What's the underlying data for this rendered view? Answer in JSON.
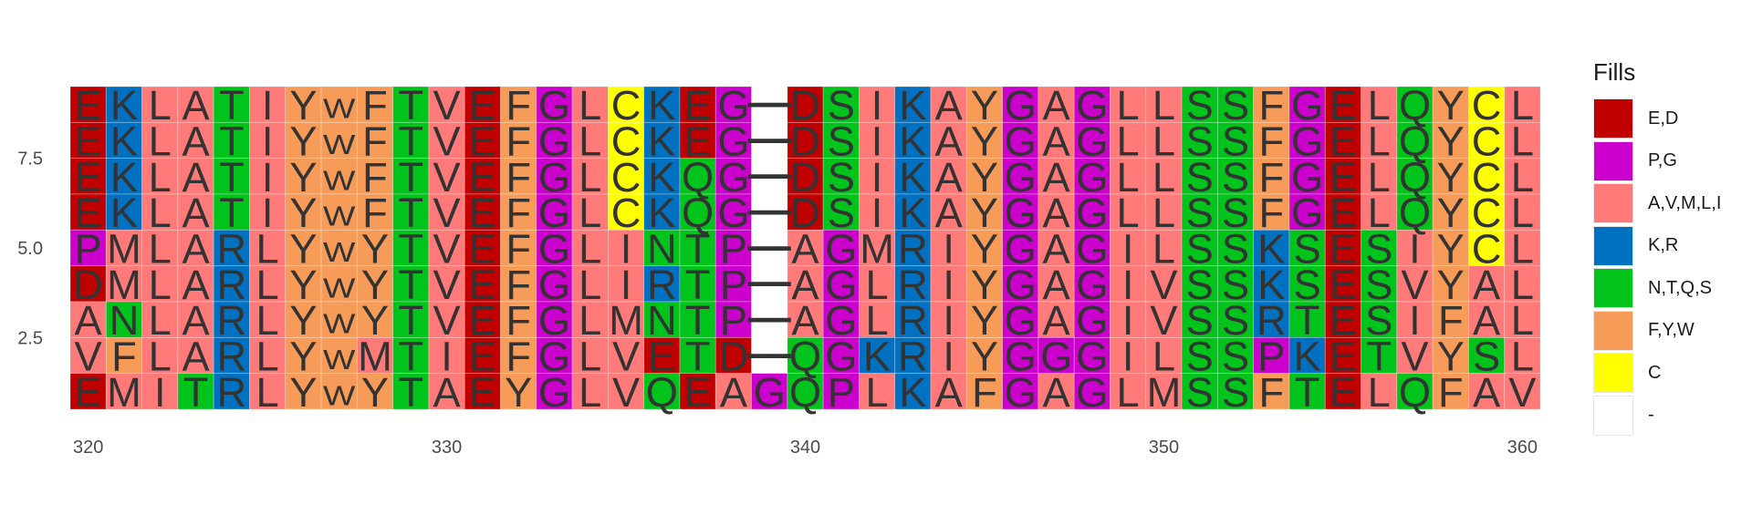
{
  "chart_data": {
    "type": "heatmap",
    "title": "",
    "xlabel": "",
    "ylabel": "",
    "xlim": [
      319.5,
      360.5
    ],
    "ylim": [
      0.5,
      9.5
    ],
    "x_ticks": [
      "320",
      "330",
      "340",
      "350",
      "360"
    ],
    "x_tick_values": [
      320,
      330,
      340,
      350,
      360
    ],
    "y_ticks": [
      "2.5",
      "5.0",
      "7.5"
    ],
    "y_tick_values": [
      2.5,
      5.0,
      7.5
    ],
    "x_start": 320,
    "rows_top_to_bottom": [
      "EKLATIYWFTVEFGLCKEG-DSIKAYGAGLLSSFGELQYCL",
      "EKLATIYWFTVEFGLCKEG-DSIKAYGAGLLSSFGELQYCL",
      "EKLATIYWFTVEFGLCKQG-DSIKAYGAGLLSSFGELQYCL",
      "EKLATIYWFTVEFGLCKQG-DSIKAYGAGLLSSFGELQYCL",
      "PMLARLYWYTVEFGLINTP-AGMRIYGAGILSSKSESIYCL",
      "DMLARLYWYTVEFGLIRTP-AGLRIYGAGIVSSKSESVYAL",
      "ANLARLYWYTVEFGLMNTP-AGLRIYGAGIVSSRTESIFAL",
      "VFLARLYWMTIEFGLVETD-QGKRIYGGGILSSPKETVYSL",
      "EMITRLYWYTAEYGLVQEAGQPLKAFGAGLMSSFTELQFAV"
    ],
    "legend_title": "Fills",
    "legend": [
      {
        "label": "E,D",
        "color": "#c00000",
        "residues": "ED"
      },
      {
        "label": "P,G",
        "color": "#cc00cc",
        "residues": "PG"
      },
      {
        "label": "A,V,M,L,I",
        "color": "#ff7a78",
        "residues": "AVMLI"
      },
      {
        "label": "K,R",
        "color": "#0070c0",
        "residues": "KR"
      },
      {
        "label": "N,T,Q,S",
        "color": "#00c41c",
        "residues": "NTQS"
      },
      {
        "label": "F,Y,W",
        "color": "#f79b58",
        "residues": "FYW"
      },
      {
        "label": "C",
        "color": "#ffff00",
        "residues": "C"
      },
      {
        "label": "-",
        "color": "#ffffff",
        "residues": "-"
      }
    ],
    "grid": true,
    "legend_position": "right"
  }
}
